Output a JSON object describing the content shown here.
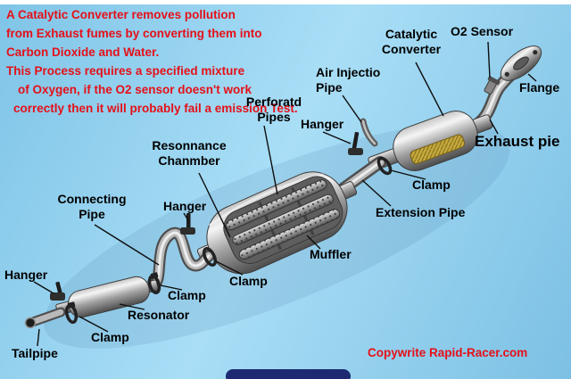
{
  "colors": {
    "background_blue": "#8ccdee",
    "note_red": "#e51018",
    "label_black": "#000000",
    "honeycomb_yellow": "#c9aa3c",
    "bottom_bar_navy": "#1d2a71"
  },
  "note": {
    "lines": [
      "A Catalytic Converter removes pollution",
      "from Exhaust fumes by converting them into",
      "Carbon Dioxide and Water.",
      "This Process requires a specified mixture",
      "of Oxygen, if the O2 sensor doesn't work",
      "correctly then it will probably fail a emission Test."
    ]
  },
  "labels": [
    {
      "id": "catalytic-converter",
      "text": "Catalytic\nConverter"
    },
    {
      "id": "o2-sensor",
      "text": "O2 Sensor"
    },
    {
      "id": "flange",
      "text": "Flange"
    },
    {
      "id": "air-injection-pipe",
      "text": "Air Injectio\nPipe"
    },
    {
      "id": "perforated-pipes",
      "text": "Perforatd\nPipes"
    },
    {
      "id": "hanger-top",
      "text": "Hanger"
    },
    {
      "id": "exhaust-pipe",
      "text": "Exhaust pie"
    },
    {
      "id": "clamp-right",
      "text": "Clamp"
    },
    {
      "id": "extension-pipe",
      "text": "Extension Pipe"
    },
    {
      "id": "resonance-chamber",
      "text": "Resonnance\nChanmber"
    },
    {
      "id": "connecting-pipe",
      "text": "Connecting\nPipe"
    },
    {
      "id": "hanger-middle",
      "text": "Hanger"
    },
    {
      "id": "muffler",
      "text": "Muffler"
    },
    {
      "id": "clamp-muffler",
      "text": "Clamp"
    },
    {
      "id": "hanger-left",
      "text": "Hanger"
    },
    {
      "id": "clamp-mid-left",
      "text": "Clamp"
    },
    {
      "id": "resonator",
      "text": "Resonator"
    },
    {
      "id": "clamp-tailpipe",
      "text": "Clamp"
    },
    {
      "id": "tailpipe",
      "text": "Tailpipe"
    }
  ],
  "credit": "Copywrite Rapid-Racer.com"
}
